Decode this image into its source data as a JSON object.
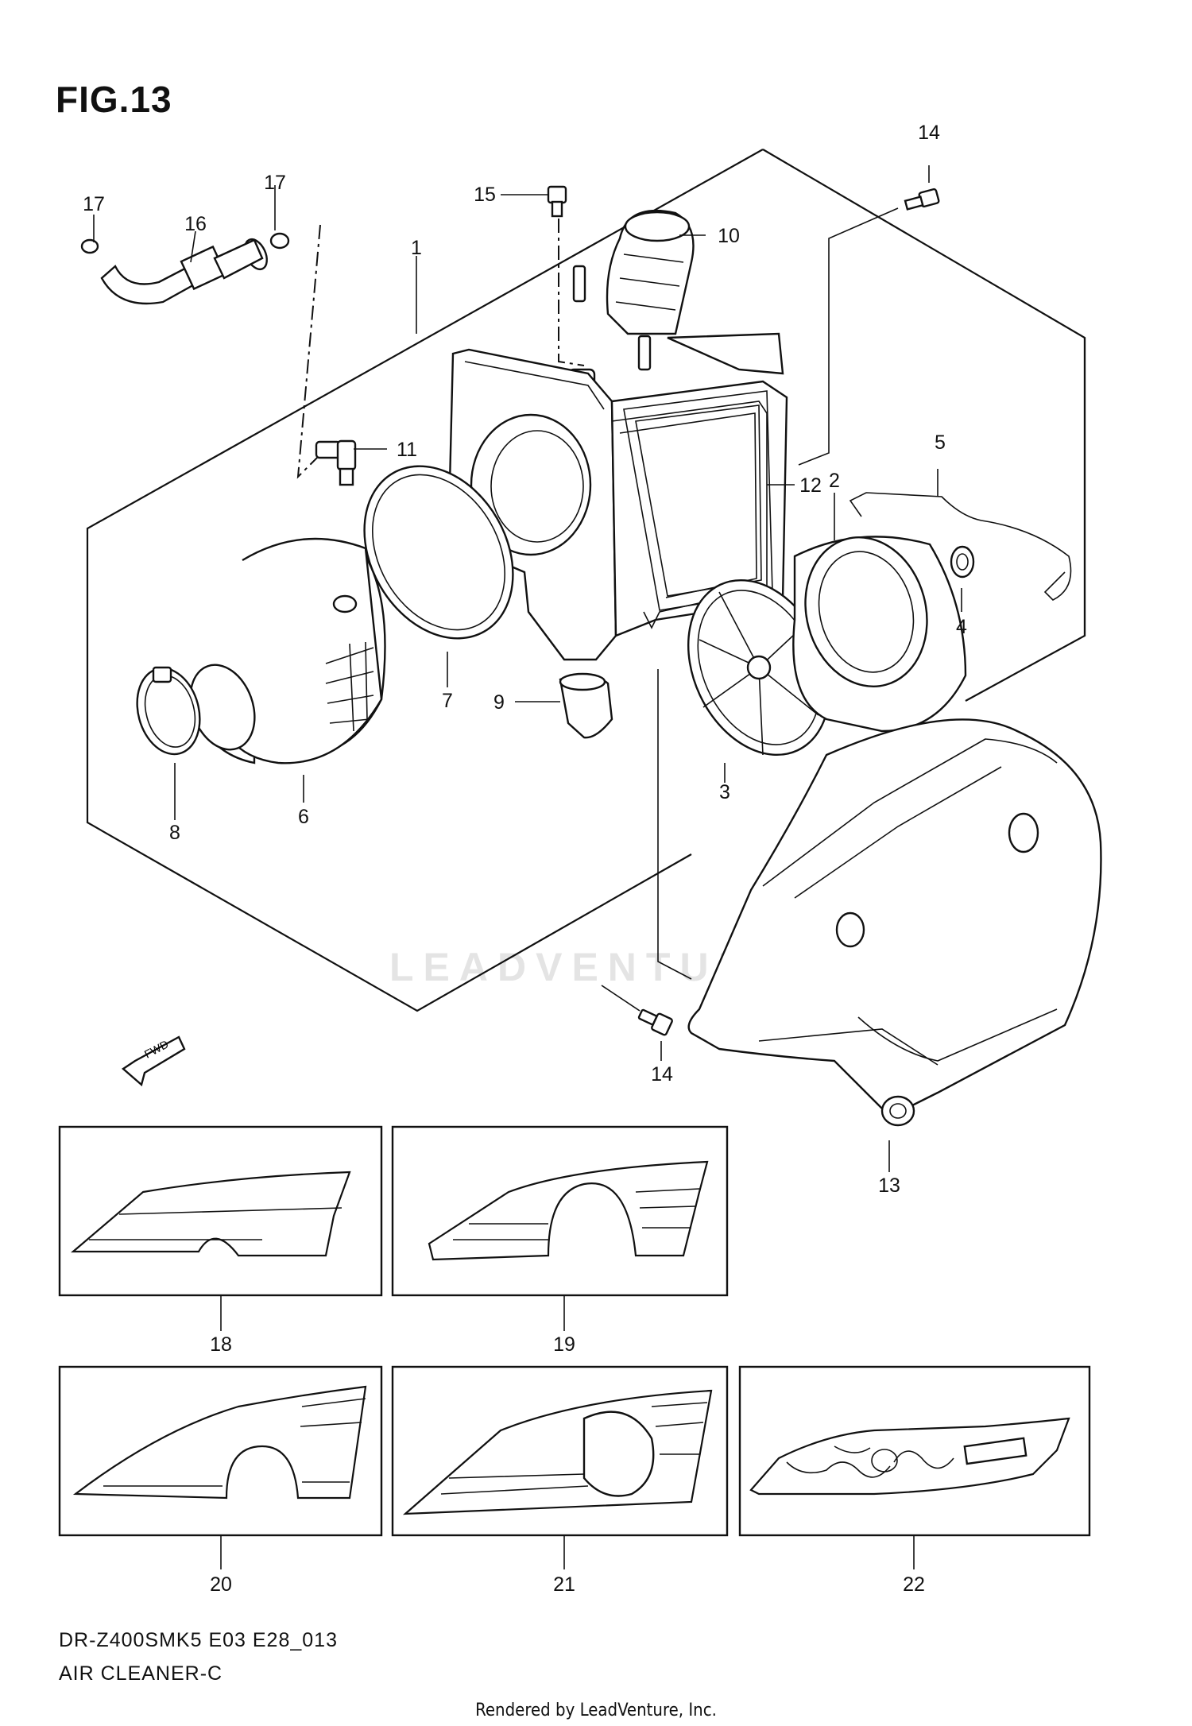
{
  "figure": {
    "title": "FIG.13",
    "model_code": "DR-Z400SMK5 E03 E28_013",
    "section_name": "AIR CLEANER-C",
    "rendered_by": "Rendered by LeadVenture, Inc.",
    "watermark": "LEADVENTURE",
    "fwd_label": "FWD"
  },
  "callouts": {
    "c1": "1",
    "c2": "2",
    "c3": "3",
    "c4": "4",
    "c5": "5",
    "c6": "6",
    "c7": "7",
    "c8": "8",
    "c9": "9",
    "c10": "10",
    "c11": "11",
    "c12": "12",
    "c13": "13",
    "c14a": "14",
    "c14b": "14",
    "c15": "15",
    "c16": "16",
    "c17a": "17",
    "c17b": "17",
    "c18": "18",
    "c19": "19",
    "c20": "20",
    "c21": "21",
    "c22": "22"
  }
}
